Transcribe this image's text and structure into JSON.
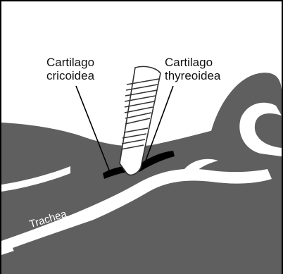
{
  "labels": {
    "cricoid_line1": "Cartilago",
    "cricoid_line2": "cricoidea",
    "thyroid_line1": "Cartilago",
    "thyroid_line2": "thyreoidea",
    "trachea": "Trachea"
  },
  "colors": {
    "tissue": "#5f5f5f",
    "lumen": "#ffffff",
    "cartilage": "#000000",
    "tube_outline": "#333333",
    "tube_fill": "#ffffff"
  }
}
